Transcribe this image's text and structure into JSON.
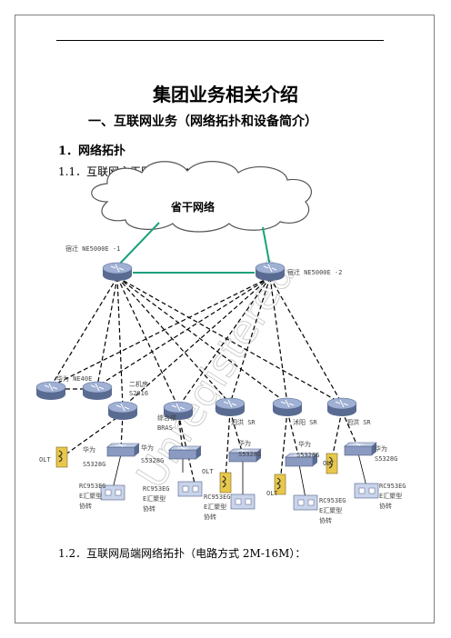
{
  "doc": {
    "title": "集团业务相关介绍",
    "section": "一、互联网业务（网络拓扑和设备简介）",
    "sub": "1．网络拓扑",
    "sub11": "1.1．互联网主干网络拓扑：",
    "sub12": "1.2．互联网局端网络拓扑（电路方式 2M-16M）："
  },
  "diagram": {
    "cloud_label": "省干网络",
    "core_left_label": "宿迁 NE5000E -1",
    "core_right_label": "宿迁 NE5000E -2",
    "agg_left_label": "华为 NE40E",
    "nodes": [
      {
        "id": "r1",
        "label1": "二机房",
        "label2": "S2016"
      },
      {
        "id": "r2",
        "label1": "综合楼",
        "label2": "BRAS"
      },
      {
        "id": "r3",
        "label1": "泗洪 SR",
        "label2": ""
      },
      {
        "id": "r4",
        "label1": "沭阳 SR",
        "label2": ""
      },
      {
        "id": "r5",
        "label1": "泗洪 SR",
        "label2": ""
      }
    ],
    "switch_label1": "华为",
    "switch_label2": "S5328G",
    "olt_label": "OLT",
    "conv_label1": "RC953EG",
    "conv_label2": "E汇聚型",
    "conv_label3": "协转",
    "watermark": "Unregistered",
    "colors": {
      "router": "#7b8db3",
      "link": "#19a07a",
      "cloud": "#555555"
    }
  }
}
